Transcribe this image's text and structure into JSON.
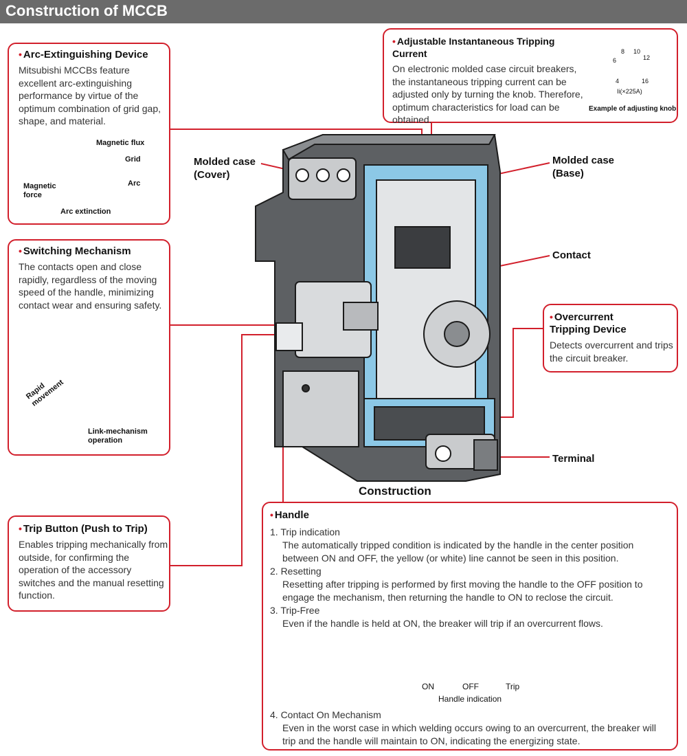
{
  "title": "Construction of MCCB",
  "arc": {
    "title": "Arc-Extinguishing Device",
    "text": "Mitsubishi MCCBs feature excellent arc-extinguishing performance by virtue of the optimum combination of grid gap, shape, and material.",
    "labels": {
      "flux": "Magnetic flux",
      "grid": "Grid",
      "arc": "Arc",
      "force": "Magnetic\nforce",
      "extinction": "Arc extinction"
    }
  },
  "switching": {
    "title": "Switching Mechanism",
    "text": "The contacts open and close rapidly, regardless of the moving speed of the handle, minimizing contact wear and ensuring safety.",
    "labels": {
      "rapid": "Rapid\nmovement",
      "link": "Link-mechanism\noperation"
    }
  },
  "trip_button": {
    "title": "Trip Button (Push to Trip)",
    "text": "Enables tripping mechanically from outside, for confirming the operation of the accessory switches and the manual resetting function."
  },
  "adjustable": {
    "title": "Adjustable Instantaneous Tripping Current",
    "text": "On electronic molded case circuit breakers, the instantaneous tripping current can be adjusted only by turning the knob. Therefore, optimum characteristics for load can be obtained.",
    "knob_marks": [
      "8",
      "10",
      "6",
      "12",
      "4",
      "16"
    ],
    "knob_unit": "Ii(×225A)",
    "knob_caption": "Example of adjusting knob"
  },
  "overcurrent": {
    "title": "Overcurrent\nTripping Device",
    "text": "Detects overcurrent and trips the circuit breaker."
  },
  "center_labels": {
    "cover": "Molded case\n(Cover)",
    "base": "Molded case\n(Base)",
    "contact": "Contact",
    "terminal": "Terminal",
    "construction": "Construction"
  },
  "handle": {
    "title": "Handle",
    "items": [
      {
        "head": "1. Trip indication",
        "body": "The automatically tripped condition is indicated by the handle in the center position between ON and OFF, the yellow (or white) line cannot be seen in this position."
      },
      {
        "head": "2. Resetting",
        "body": "Resetting after tripping is performed by first moving the handle to the OFF position to engage the mechanism, then returning the handle to ON to reclose the circuit."
      },
      {
        "head": "3. Trip-Free",
        "body": "Even if the handle is held at ON, the breaker will trip if an overcurrent flows."
      },
      {
        "head": "4. Contact On Mechanism",
        "body": "Even in the worst case in which welding occurs owing to an overcurrent, the breaker will trip and the handle will maintain to ON, indicating the energizing state."
      }
    ],
    "positions": [
      "ON",
      "OFF",
      "Trip"
    ],
    "caption": "Handle indication",
    "switch_colors": {
      "on": "#e2527a",
      "off": "#1aa05a",
      "trip": "#c6345c"
    }
  },
  "colors": {
    "accent": "#d21f2b",
    "case_blue": "#8cc8e6",
    "title_bg": "#6b6b6b"
  }
}
